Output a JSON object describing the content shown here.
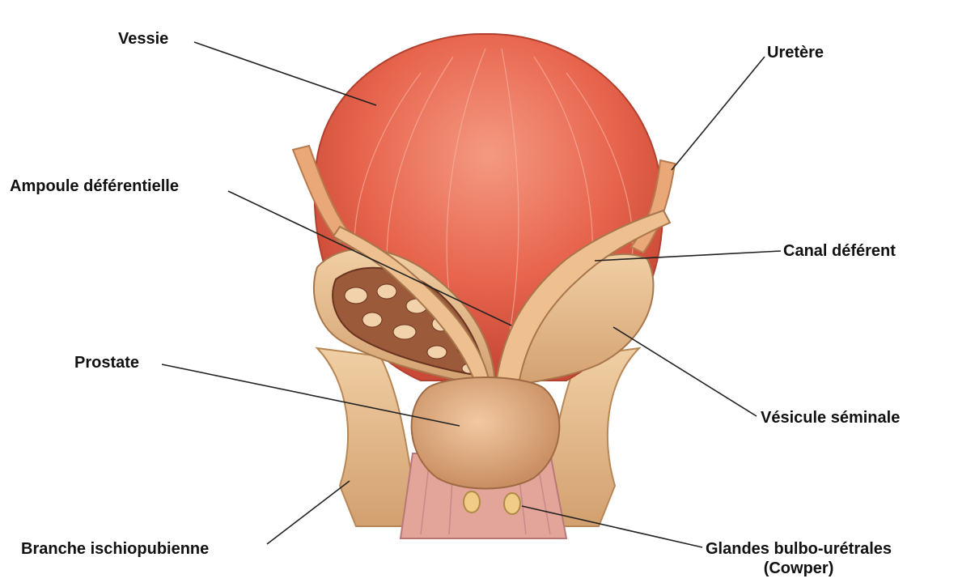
{
  "labels": {
    "vessie": "Vessie",
    "uretere": "Uretère",
    "ampoule": "Ampoule déférentielle",
    "canal": "Canal déférent",
    "prostate": "Prostate",
    "vesicule": "Vésicule séminale",
    "branche": "Branche ischiopubienne",
    "glandes_line1": "Glandes bulbo-urétrales",
    "glandes_line2": "(Cowper)"
  },
  "colors": {
    "bladder": "#e8654e",
    "bladder_light": "#f29a80",
    "tissue": "#e4b98a",
    "tissue_dark": "#b8875a",
    "cavity": "#7a3c2a",
    "leader_line": "#222222"
  }
}
